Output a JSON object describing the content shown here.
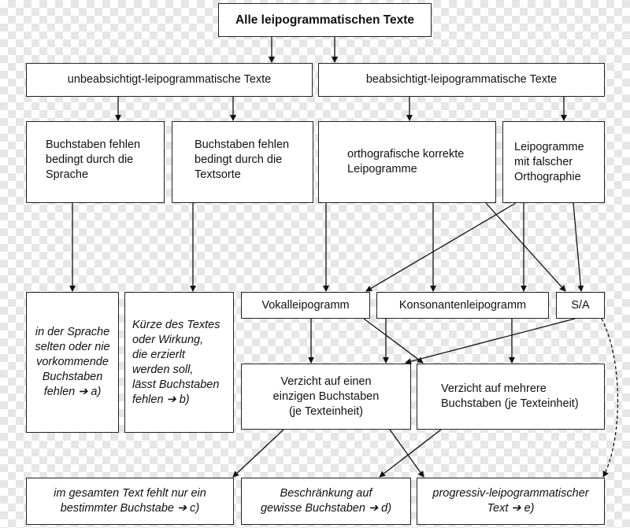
{
  "boxes": {
    "all": "Alle leipogrammatischen Texte",
    "unintentional": "unbeabsichtigt-leipogrammatische Texte",
    "intentional": "beabsichtigt-leipogrammatische Texte",
    "missing_language": "Buchstaben fehlen\nbedingt durch die\nSprache",
    "missing_texttype": "Buchstaben fehlen\nbedingt durch die\nTextsorte",
    "ortho_correct": "orthografische korrekte\nLeipogramme",
    "false_ortho": "Leipogramme\nmit falscher\nOrthographie",
    "lang_note": "in der Sprache\nselten oder nie\nvorkommende\nBuchstaben\nfehlen ➔ a)",
    "short_note": "Kürze des Textes\noder Wirkung,\ndie erzierlt\nwerden soll,\nlässt Buchstaben\nfehlen ➔ b)",
    "vowel": "Vokalleipogramm",
    "consonant": "Konsonantenleipogramm",
    "sa": "S/A",
    "single": "Verzicht auf einen\neinzigen Buchstaben\n(je Texteinheit)",
    "multiple": "Verzicht auf mehrere\nBuchstaben (je Texteinheit)",
    "whole_text": "im gesamten Text fehlt nur ein\nbestimmter Buchstabe ➔ c)",
    "restriction": "Beschränkung auf\ngewisse Buchstaben ➔ d)",
    "progressive": "progressiv-leipogrammatischer\nText ➔ e)"
  }
}
